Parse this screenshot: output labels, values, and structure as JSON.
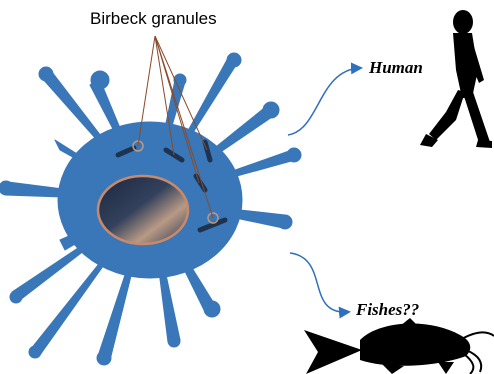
{
  "labels": {
    "granules": "Birbeck granules",
    "human": "Human",
    "fishes": "Fishes??"
  },
  "icons": {
    "cell": "langerhans-cell-icon",
    "human": "walking-human-silhouette-icon",
    "fish": "catfish-silhouette-icon"
  },
  "colors": {
    "cell": "#3a77b8",
    "nucleus_rim": "#c98a6a",
    "pointer_lines": "#8a4a2a",
    "arrows": "#2f6fbf",
    "silhouettes": "#000000",
    "granules": "#2e4d6e"
  }
}
